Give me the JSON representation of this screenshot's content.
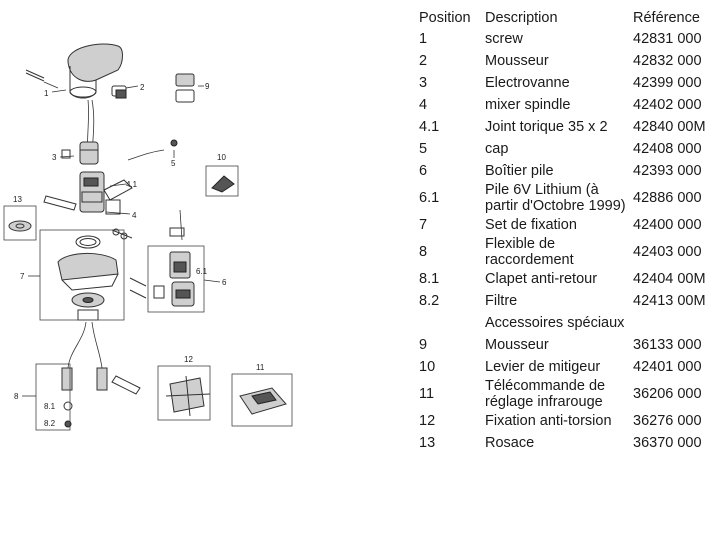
{
  "diagram": {
    "callouts": [
      "1",
      "2",
      "3",
      "4",
      "4.1",
      "5",
      "6",
      "6.1",
      "7",
      "8",
      "8.1",
      "8.2",
      "9",
      "10",
      "11",
      "12",
      "13"
    ]
  },
  "table": {
    "headers": {
      "position": "Position",
      "description": "Description",
      "reference": "Référence"
    },
    "rows": [
      {
        "position": "1",
        "description": "screw",
        "reference": "42831 000"
      },
      {
        "position": "2",
        "description": "Mousseur",
        "reference": "42832 000"
      },
      {
        "position": "3",
        "description": "Electrovanne",
        "reference": "42399 000"
      },
      {
        "position": "4",
        "description": "mixer spindle",
        "reference": "42402 000"
      },
      {
        "position": "4.1",
        "description": "Joint torique 35 x 2",
        "reference": "42840 00M"
      },
      {
        "position": "5",
        "description": "cap",
        "reference": "42408 000"
      },
      {
        "position": "6",
        "description": "Boîtier pile",
        "reference": "42393 000"
      },
      {
        "position": "6.1",
        "description": "Pile 6V Lithium (à partir d'Octobre 1999)",
        "reference": "42886 000"
      },
      {
        "position": "7",
        "description": "Set de fixation",
        "reference": "42400 000"
      },
      {
        "position": "8",
        "description": "Flexible de raccordement",
        "reference": "42403 000"
      },
      {
        "position": "8.1",
        "description": "Clapet anti-retour",
        "reference": "42404 00M"
      },
      {
        "position": "8.2",
        "description": "Filtre",
        "reference": "42413 00M"
      },
      {
        "position": "",
        "description": "Accessoires spéciaux",
        "reference": ""
      },
      {
        "position": "9",
        "description": "Mousseur",
        "reference": "36133 000"
      },
      {
        "position": "10",
        "description": "Levier de mitigeur",
        "reference": "42401 000"
      },
      {
        "position": "11",
        "description": "Télécommande de réglage infrarouge",
        "reference": "36206 000"
      },
      {
        "position": "12",
        "description": "Fixation anti-torsion",
        "reference": "36276 000"
      },
      {
        "position": "13",
        "description": "Rosace",
        "reference": "36370 000"
      }
    ]
  }
}
